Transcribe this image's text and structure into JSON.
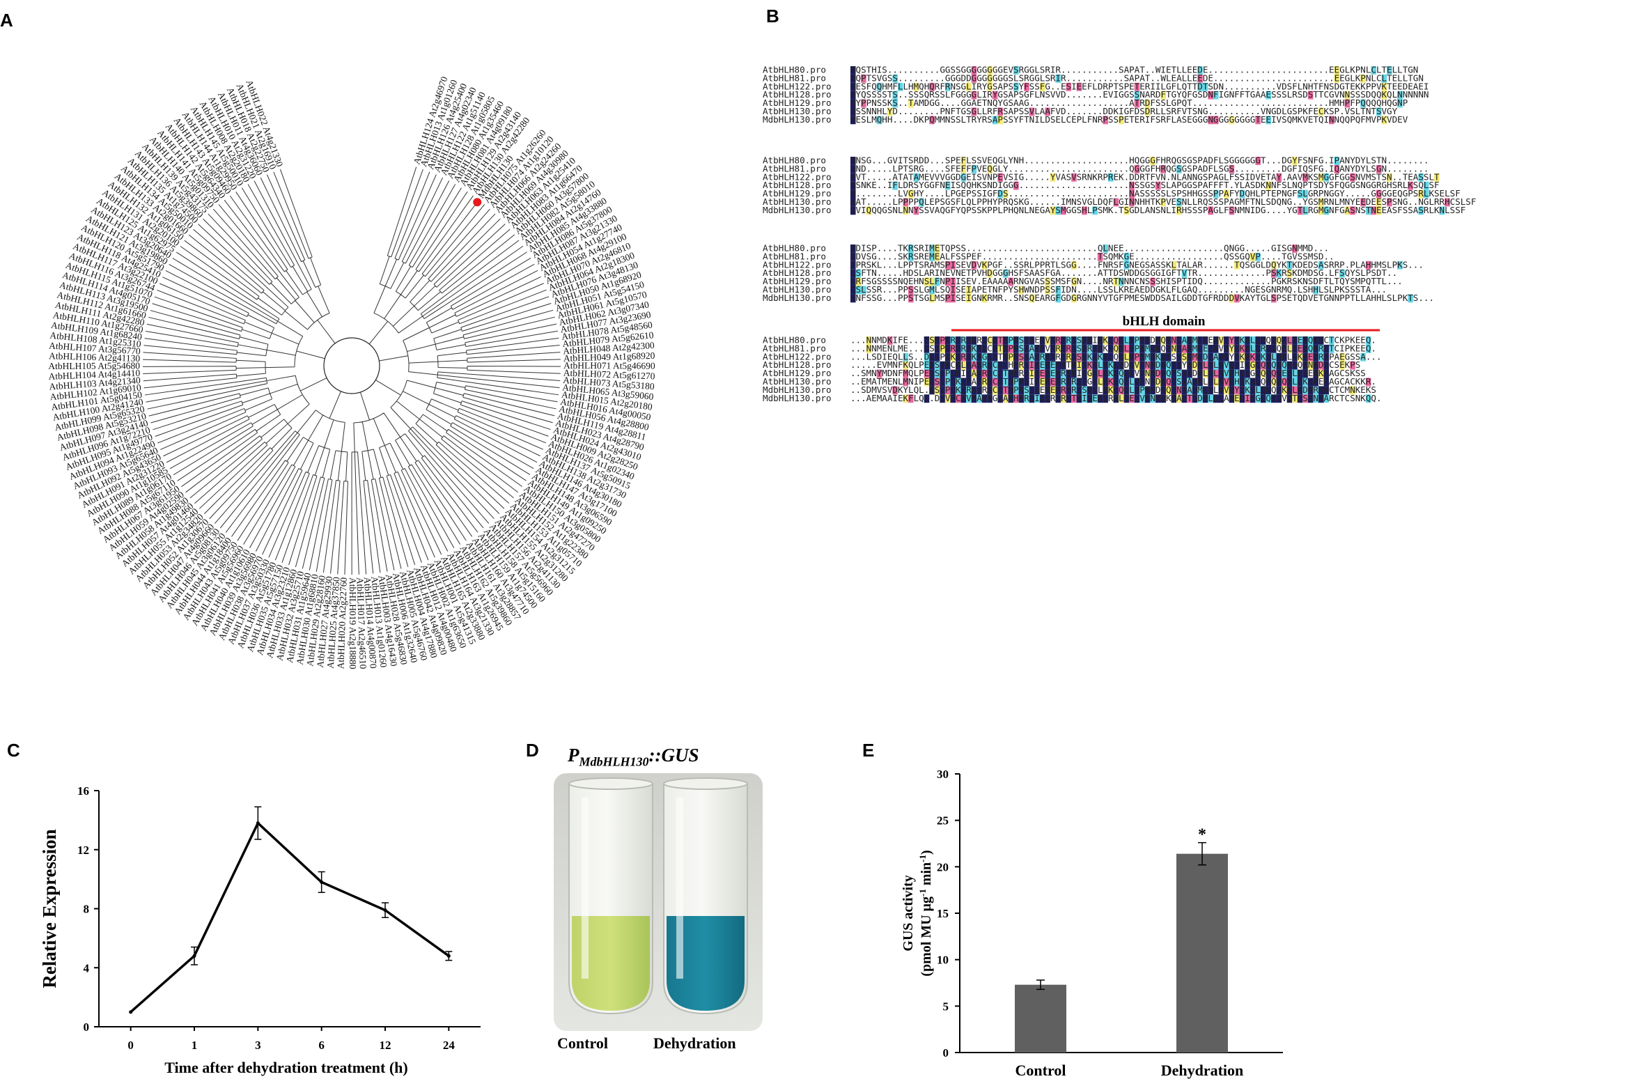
{
  "panels": {
    "a": "A",
    "b": "B",
    "c": "C",
    "d": "D",
    "e": "E"
  },
  "tree": {
    "highlight_label": "MdbHLH130",
    "highlight_color": "#e8191c",
    "leaves": [
      "AtbHLH124 At2g46970",
      "AtbHLH013 At1g01260",
      "AtbHLH126 At4g25400",
      "AtbHLH127 At4g02340",
      "AtbHLH122 At1g51140",
      "AtbHLH128 At1g05805",
      "AtbHLH080 At1g35460",
      "AtbHLH081 At4g09180",
      "AtbHLH129 At2g43140",
      "AtbHLH130 At2g42280",
      "AtbHLH075 At1g26260",
      "AtbHLH074 At1g10120",
      "AtbHLH066 At2g24260",
      "AtbHLH069 At4g30980",
      "AtbHLH063 At1g25410",
      "AtbHLH083 At1g66470",
      "AtbHLH060 At3g57800",
      "AtbHLH082 At5g58010",
      "AtbHLH084 At2g14760",
      "AtbHLH085 At4g33880",
      "AtbHLH086 At5g37800",
      "AtbHLH087 At3g21330",
      "AtbHLH054 At1g27740",
      "AtbHLH068 At4g29100",
      "AtbHLH070 At2g46810",
      "AtbHLH064 At2g18300",
      "AtbHLH076 At3g48130",
      "AtbHLH050 At1g68920",
      "AtbHLH051 At5g54150",
      "AtbHLH061 At5g10570",
      "AtbHLH062 At3g07340",
      "AtbHLH077 At3g23690",
      "AtbHLH078 At5g48560",
      "AtbHLH079 At5g62610",
      "AtbHLH048 At2g42300",
      "AtbHLH049 At1g68920",
      "AtbHLH071 At5g46690",
      "AtbHLH072 At5g61270",
      "AtbHLH073 At5g53180",
      "AtbHLH065 At3g59060",
      "AtbHLH015 At2g20180",
      "AtbHLH016 At4g00050",
      "AtbHLH056 At4g28800",
      "AtbHLH119 At4g28811",
      "AtbHLH023 At4g28790",
      "AtbHLH024 At2g43010",
      "AtbHLH009 At2g28250",
      "AtbHLH026 At1g02340",
      "AtbHLH137 At5g50915",
      "AtbHLH138 At2g31730",
      "AtbHLH146 At4g30180",
      "AtbHLH147 At3g17100",
      "AtbHLH148 At3g06590",
      "AtbHLH149 At1g09250",
      "AtbHLH150 At3g05800",
      "AtbHLH151 At2g47270",
      "AtbHLH152 At1g22380",
      "AtbHLH153 At1g05710",
      "AtbHLH154 At2g31215",
      "AtbHLH155 At2g31280",
      "AtbHLH156 At2g41130",
      "AtbHLH157 At5g56960",
      "AtbHLH158 At5g15160",
      "AtbHLH159 At1g74500",
      "AtbHLH160 At3g47710",
      "AtbHLH161 At3g28857",
      "AtbHLH162 At5g39860",
      "AtbHLH163 At1g26945",
      "AtbHLH164 At3g21330",
      "AtbHLH165 At2g33880",
      "AtbHLH001 At5g41315",
      "AtbHLH002 At1g63650",
      "AtbHLH012 At4g00480",
      "AtbHLH042 At4g09820",
      "AtbHLH004 At4g17880",
      "AtbHLH005 At5g46760",
      "AtbHLH006 At1g32640",
      "AtbHLH028 At5g46830",
      "AtbHLH003 At4g16430",
      "AtbHLH013 At1g01260",
      "AtbHLH014 At4g00870",
      "AtbHLH017 At2g46510",
      "AtbHLH019 At2g18880",
      "AtbHLH020 At2g22760",
      "AtbHLH025 At4g37850",
      "AtbHLH027 At4g29930",
      "AtbHLH029 At2g28160",
      "AtbHLH030 At1g68810",
      "AtbHLH031 At1g59640",
      "AtbHLH032 At3g25710",
      "AtbHLH033 At1g12860",
      "AtbHLH034 At3g23210",
      "AtbHLH035 At5g57150",
      "AtbHLH036 At5g51780",
      "AtbHLH037 At3g50330",
      "AtbHLH038 At3g56970",
      "AtbHLH039 At3g56980",
      "AtbHLH040 At1g10610",
      "AtbHLH041 At5g56960",
      "AtbHLH043 At5g09750",
      "AtbHLH044 At1g18400",
      "AtbHLH045 At3g06120",
      "AtbHLH046 At5g08130",
      "AtbHLH047 At4g09660",
      "AtbHLH052 At1g30670",
      "AtbHLH053 At2g34820",
      "AtbHLH055 At1g12540",
      "AtbHLH057 At4g01460",
      "AtbHLH058 At1g49830",
      "AtbHLH059 At4g02590",
      "AtbHLH067 At3g61950",
      "AtbHLH088 At5g67110",
      "AtbHLH089 At1g06170",
      "AtbHLH090 At1g10585",
      "AtbHLH091 At2g31220",
      "AtbHLH092 At5g43650",
      "AtbHLH093 At5g65640",
      "AtbHLH094 At1g22490",
      "AtbHLH095 At1g49770",
      "AtbHLH096 At1g72210",
      "AtbHLH097 At3g24140",
      "AtbHLH098 At5g53210",
      "AtbHLH099 At5g65320",
      "AtbHLH100 At2g41240",
      "AtbHLH101 At5g04150",
      "AtbHLH102 At1g69010",
      "AtbHLH103 At4g21340",
      "AtbHLH104 At4g14410",
      "AtbHLH105 At5g54680",
      "AtbHLH106 At2g41130",
      "AtbHLH107 At3g56770",
      "AtbHLH108 At1g25310",
      "AtbHLH109 At1g68240",
      "AtbHLH110 At1g27660",
      "AtbHLH111 At2g42280",
      "AtbHLH112 At1g61660",
      "AtbHLH113 At3g19500",
      "AtbHLH114 At4g05170",
      "AtbHLH115 At1g51070",
      "AtbHLH116 At3g26744",
      "AtbHLH117 At3g22100",
      "AtbHLH118 At4g25410",
      "AtbHLH120 At5g51790",
      "AtbHLH121 At3g19860",
      "AtbHLH123 At3g20640",
      "AtbHLH125 At1g62975",
      "AtbHLH131 At2g20100",
      "AtbHLH132 At1g06150",
      "AtbHLH133 At2g01660",
      "AtbHLH134 At5g50010",
      "AtbHLH135 At1g74500",
      "AtbHLH136 At5g39860",
      "AtbHLH139 At5g43175",
      "AtbHLH140 At5g01310",
      "AtbHLH141 At5g09750",
      "AtbHLH142 At5g64340",
      "AtbHLH143 At5g09460",
      "AtbHLH144 At1g29950",
      "AtbHLH145 At5g50010",
      "AtbHLH008 At2g20180",
      "AtbHLH010 At2g31220",
      "AtbHLH011 At4g36060",
      "AtbHLH018 At2g22750",
      "AtbHLH021 At2g16910",
      "AtbHLH022 At4g21330"
    ]
  },
  "alignment": {
    "names": [
      "AtbHLH80.pro",
      "AtbHLH81.pro",
      "AtbHLH122.pro",
      "AtbHLH128.pro",
      "AtbHLH129.pro",
      "AtbHLH130.pro",
      "MdbHLH130.pro"
    ],
    "domain_label": "bHLH domain",
    "domain_line_color": "#e8191c",
    "blocks": [
      [
        "NQSTHIS..........GGSSGGGGGGGGEVSRGGLSRIR...........SAPAT..WIETLLEEDE.......................EEGLKPNLCLTELLTGN",
        "NQPTSVGSS.........GGGDDGGGGGGGSLSRGGLSRIR...........SAPAT..WLEALLEEDE.......................EEGLKPNLCLTELLTGN",
        "NESFQQHMFLLHMQHQRFRNSGLIRYGSAPSSYFSSFG..ESIEEFLDRPTSPETERIILGFLQTTDTSDN..........VDSFLNHTFNSDGTEKKPPVKTEEDEAEI",
        "NYQSSSSTS..SSSQRSSLFGGGGLIRYGSAPSGFLNSVVD.......EVIGGSSNARDFTGYQFGSDNFIGNFFTGAAESSSLRSDSTTCGVNNSSSDQQKQLNNNNNN",
        "NYPPNSSKS..TAMDGG....GGAETNQYGSAAG...................ATRDFSSLGPQT..........................HMHPFPQQQQHQGNP",
        "NSSNNHLYD........PNFTGSGLLRFRSAPSSVLAAFVD.......DDKIGFDSDRLLSRFVTSNG..........VNGDLGSPKFECKSP.VSLTNTSVGY",
        "NESLMQHH....DKPQMMNSSLTRYRSAPSSYFTNILDSELCEPLFNRPSSPETERIFSRFLASEGGGNGGGGGGGGTEEIVSQMKVETQINNQQPQFMVPKVDEV"
      ],
      [
        "NNSG...GVITSRDD...SPEFLSSVEQGLYNH....................HQGGGFHRQGSGSPADFLSGGGGGGT...DGYFSNFG.IPANYDYLSTN........",
        "SND.....LPTSRG....SFEFFPVEQGLY.......................QGGGFHRQGSGSPADFLSGS.........DGFIQSFG.IQANYDYLSGN........",
        "PVT.....ATATAMEVVVGGDGEISVNPEVSIG.....YVASVSRNKRPREK.DDRTFVN.NLANNGSPAGLFSSIDVETAY.AAVMKSMGGFGGSNVMSTSN..TEASSLT",
        "NSNKE..IFLDRSYGGFNEISQQHKSNDIGGG.....................NSSGSYSLAPGGSPAFFFT.YLASDKNNFSLNQPTSDYSFQGGSNGGRGHSRLKSQLSF",
        "N........LVGHY....LPGEPSSIGFDS.......................NASSSSSLSPSHHGSSPPAFYDQHLPTEPNGFSLGRPNGGY.....GGGGEQGPSRLKSELSF",
        "AAT.....LPPPPQLEPSGSFLQLPPHYPRQSKG......IMNSVGLDQFLGINNHHTKPVESNLLRQSSSPAGMFTNLSDQNG..YGSMRNLMNYEEDEESPSNG..NGLRRHCSLSF",
        "GVIQQQGSNLNNYSSVAQGFYQPSSKPPLPHQNLNEGAYSMGGSHLPSMK.TSGDLANSNLIRHSSSPAGLFSNMNIDG....YGTLRGMGNFGASNSTNEEASFSSASRLKNLSSF"
      ],
      [
        "VDISP....TKRSRIMETQPSS.........................QLNEE...................QNGG.....GISGNMMD...",
        "IDVSG....SKRSREMEALFSSPEF......................TSQMKGE.................QSSGQVP....TGVSSMSD..",
        "TPRSKL...LPPTSRAMSPISEVDVKPGF..SSRLPPRTLSGG....FNRSFGNEGSASSKLTALAR......TQSGGLDQYKTKDEDSASRRP.PLAHHMSLPKS...",
        "LSFTN.....HDSLARINEVNETPVHDGGGHSFSAASFGA.......ATTDSWDDGSGGIGFTVTR.............PSKRSKDMDSG.LFSQYSLPSDT..",
        "LRFSGSSSSNQEHNSLFNPIISEV.EAAAAARNGVASSSMSFGN....NRTNNNCNSSSHISPTIDQ.............PGKRSKNSDFTLTQYSMPQTTL...",
        "CSLSSR...PPSSLGMLSQISEIAPETNFPYSHWNDPSSFIDN....LSSLKREAEDDGKLFLGAQ.........NGESGNRMQ.LSHHLSLPKSSSTA...",
        "KNFSSG...PPSTSGLMSPISEIGNKRMR..SNSQEARGFGDGRGNNYVTGFPMESWDDSAILGDDTGFRDDDVKAYTGLSPSETQDVETGNNPPTLLAHHLSLPKTS..."
      ],
      [
        "...NNMDKIFE...DSVPCRVRAKRGCATHPRSIAERVRRTRISDRIRKLQELVPNMDKQTNTADMLEEAVEYVKALQRQIQELTEEQKRCTCKPKEEQ.",
        "...NNMENLME...DSVPCRVRAKRGCATHPRSIAERVRRTRISDRIRKLQELVPNMDKQTNTADMLEEAVEYVKALQRQIQELTEEQKRCTCIPKEEQ.",
        "...LSDIEQLLS..DSIPCKIRAKRGCATHPRSIAERERRTRISGKLKKLQDLVPNMDKQTSYSDMLDLAVQYIKVKTKQLQDLAKKESRAPAEGSSA...",
        ".....EVMNFKQLPEDSVPCKLRAKRGCATHPRSIAERERRTRISKRLKKLQDLVPNMDKQTSYADMLDLAVQYIKGLQTQVQKDQENKDGCSEKPS",
        "..SMNYMDNFMQLPEDSVPCKIRAKRGCATHPRSIAERERRTRISGKLKKLQDLVPNMDKQTSYADMLDLAVEHIKGLQHQVESLEKEKKRAGCSKSS",
        "..EMATMENLMNIPEDSVPCKIRAKRGCATHPRSIAERERRTRISGKLKKLQELVPNMDKQTSYADMLDLAVEHIKGLQHQVQSLEKGMERAGCACKKR.",
        "..SDMVSVDKYLQL.DSVPCKIRAKRGCATHPRSIAERERRTRISGKLRKLQDLVPNMDKQTNTADMLDLAVQYIKDLQNQVKELNDNRANCTCMNKEKS",
        "...AEMAAIEKFLQF.DSVPCRVRAKRGCATHPRSIAERVRRTRISEKLRKLQELVPNMDKQAHTSDMLDLAVEHIKGLQTQVQTLSENRARCTCSNKQQ."
      ]
    ]
  },
  "chart_c": {
    "chart_data": {
      "type": "line",
      "title": "",
      "xlabel": "Time after dehydration treatment (h)",
      "ylabel": "Relative Expression",
      "categories": [
        "0",
        "1",
        "3",
        "6",
        "12",
        "24"
      ],
      "values": [
        1.0,
        4.8,
        13.8,
        9.8,
        7.9,
        4.8
      ],
      "errors": [
        0.0,
        0.6,
        1.1,
        0.7,
        0.5,
        0.3
      ],
      "ylim": [
        0,
        16
      ],
      "yticks": [
        "0",
        "4",
        "8",
        "12",
        "16"
      ],
      "grid": false
    }
  },
  "photo_d": {
    "title_prefix": "P",
    "title_subscript": "MdbHLH130",
    "title_suffix": "::GUS",
    "label_left": "Control",
    "label_right": "Dehydration",
    "control_color": "#cfe07a",
    "dehydration_color": "#1f8ea5"
  },
  "chart_e": {
    "chart_data": {
      "type": "bar",
      "title": "",
      "xlabel": "",
      "ylabel_line1": "GUS activity",
      "ylabel_line2_prefix": "(pmol MU μg",
      "ylabel_sup1": "-1",
      "ylabel_mid": " min",
      "ylabel_sup2": "-1",
      "ylabel_line2_suffix": ")",
      "categories": [
        "Control",
        "Dehydration"
      ],
      "values": [
        7.3,
        21.4
      ],
      "errors": [
        0.5,
        1.2
      ],
      "significance": [
        "",
        "*"
      ],
      "ylim": [
        0,
        30
      ],
      "yticks": [
        "0",
        "5",
        "10",
        "15",
        "20",
        "25",
        "30"
      ],
      "bar_color": "#606060",
      "grid": false
    }
  }
}
